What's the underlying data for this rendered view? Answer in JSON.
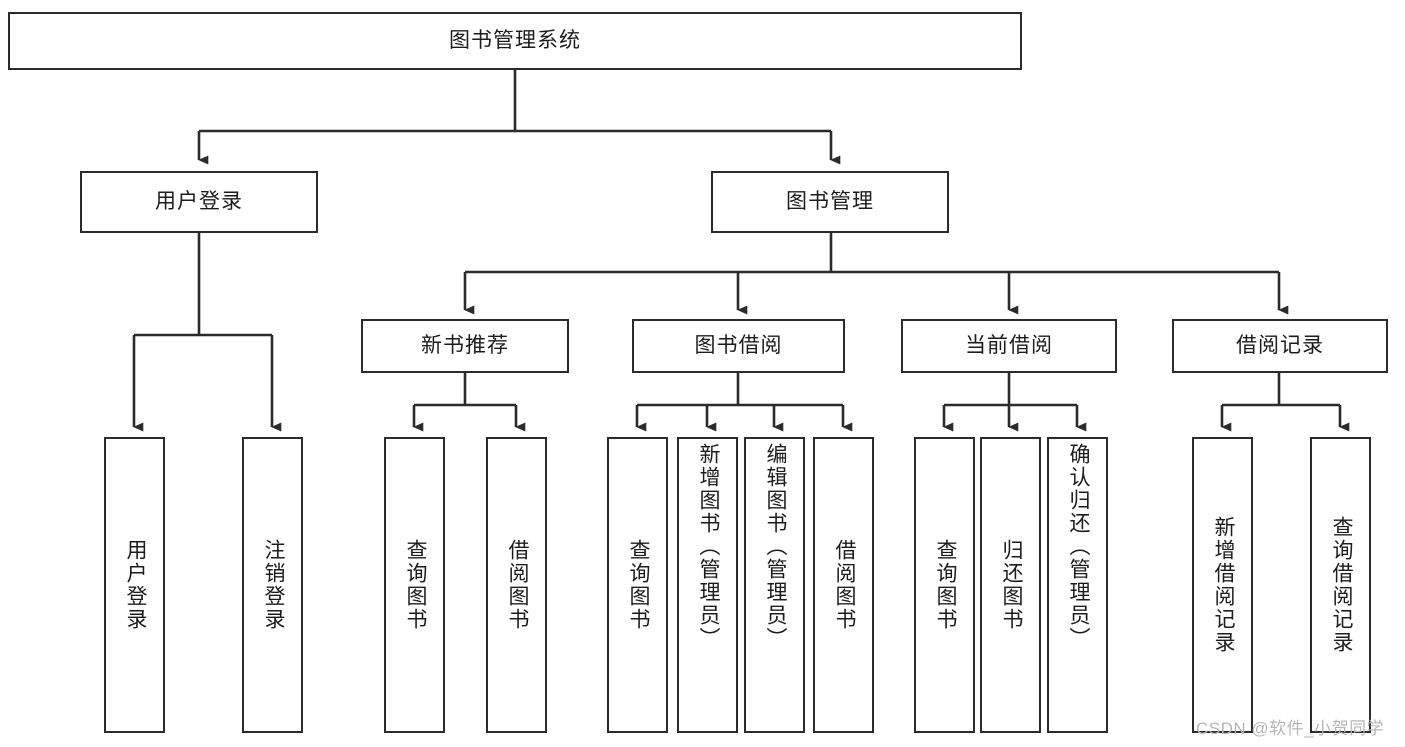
{
  "diagram": {
    "title": "图书管理系统",
    "type": "功能结构图",
    "root": {
      "label": "图书管理系统"
    },
    "level2": [
      {
        "label": "用户登录"
      },
      {
        "label": "图书管理"
      }
    ],
    "level3": [
      {
        "label": "新书推荐"
      },
      {
        "label": "图书借阅"
      },
      {
        "label": "当前借阅"
      },
      {
        "label": "借阅记录"
      }
    ],
    "leaves": {
      "user_login": [
        {
          "label": "用户登录"
        },
        {
          "label": "注销登录"
        }
      ],
      "new_book_recommend": [
        {
          "label": "查询图书"
        },
        {
          "label": "借阅图书"
        }
      ],
      "book_borrow": [
        {
          "label": "查询图书"
        },
        {
          "label": "新增图书（管理员）"
        },
        {
          "label": "编辑图书（管理员）"
        },
        {
          "label": "借阅图书"
        }
      ],
      "current_borrow": [
        {
          "label": "查询图书"
        },
        {
          "label": "归还图书"
        },
        {
          "label": "确认归还（管理员）"
        }
      ],
      "borrow_record": [
        {
          "label": "新增借阅记录"
        },
        {
          "label": "查询借阅记录"
        }
      ]
    }
  },
  "watermark": {
    "text": "CSDN @软件_小贺同学"
  },
  "colors": {
    "stroke": "#2b2b2b",
    "fill": "#ffffff",
    "text": "#1c1c1c",
    "watermark": "#b6b6b6"
  }
}
